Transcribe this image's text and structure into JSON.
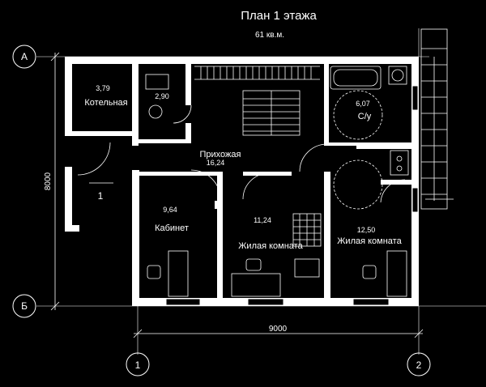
{
  "plan": {
    "title": "План 1 этажа",
    "total_area": "61 кв.м."
  },
  "axes": {
    "row_a": "А",
    "row_b": "Б",
    "col_1": "1",
    "col_2": "2",
    "section_mark": "1"
  },
  "dimensions": {
    "width": "9000",
    "height": "8000"
  },
  "rooms": [
    {
      "name": "Котельная",
      "area": "3,79"
    },
    {
      "name": "",
      "area": "2,90"
    },
    {
      "name": "Прихожая",
      "area": "16,24"
    },
    {
      "name": "С/у",
      "area": "6,07"
    },
    {
      "name": "Кабинет",
      "area": "9,64"
    },
    {
      "name": "Жилая комната",
      "area": "11,24"
    },
    {
      "name": "Жилая комната",
      "area": "12,50"
    }
  ]
}
